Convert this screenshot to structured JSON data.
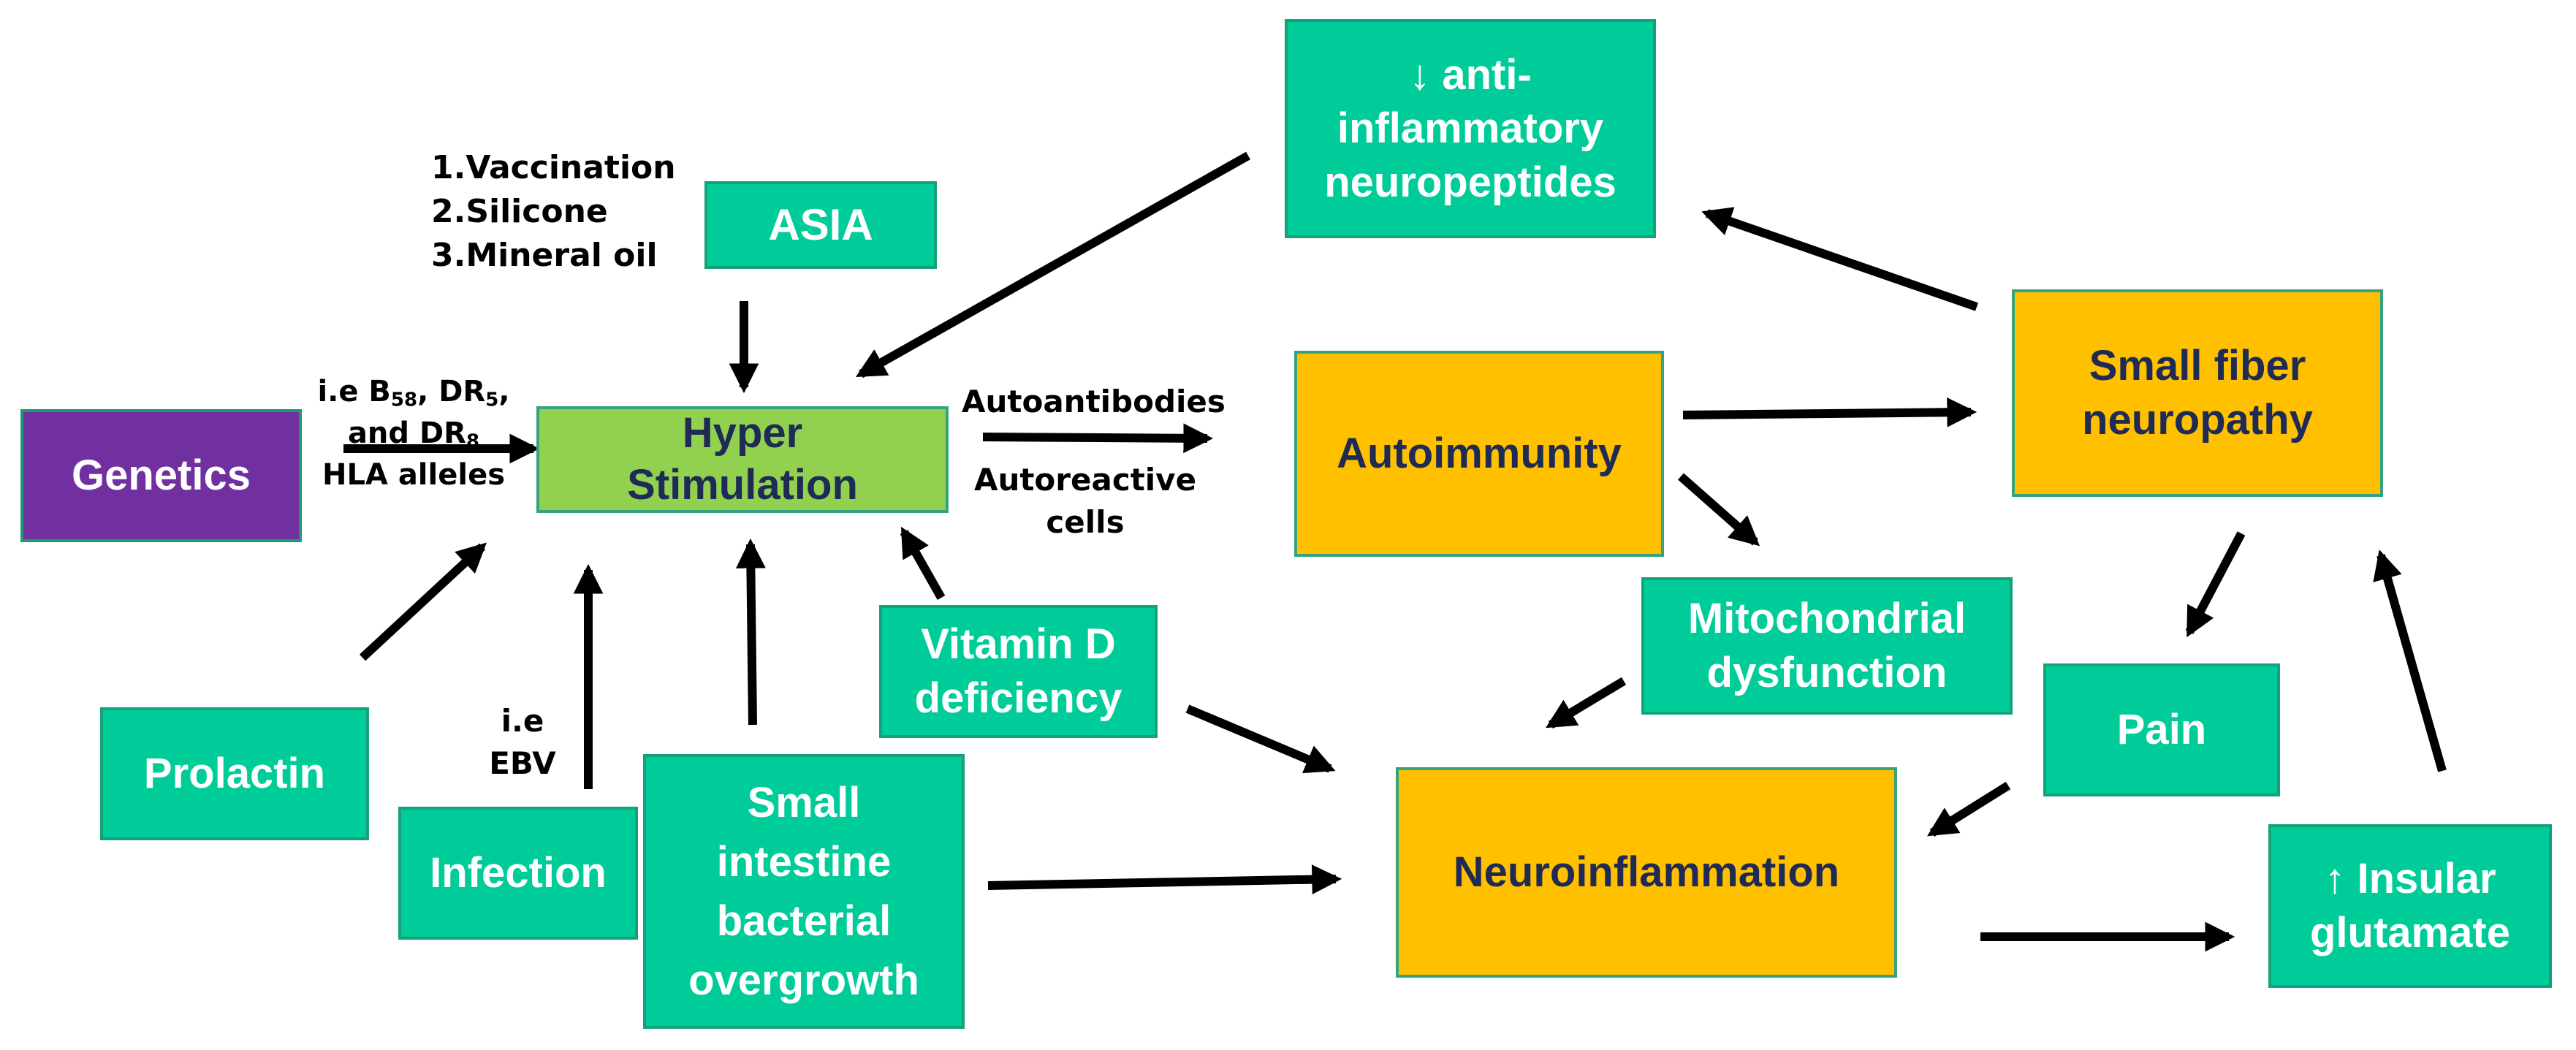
{
  "nodes": {
    "anti_inflammatory": "↓ anti-\ninflammatory\nneuropeptides",
    "asia": "ASIA",
    "genetics": "Genetics",
    "hyper_stimulation": "Hyper\nStimulation",
    "autoimmunity": "Autoimmunity",
    "small_fiber": "Small fiber\nneuropathy",
    "mitochondrial": "Mitochondrial\ndysfunction",
    "vitamin_d": "Vitamin D\ndeficiency",
    "prolactin": "Prolactin",
    "infection": "Infection",
    "sibo": "Small\nintestine\nbacterial\novergrowth",
    "pain": "Pain",
    "neuroinflammation": "Neuroinflammation",
    "insular_glutamate": "↑ Insular\nglutamate"
  },
  "labels": {
    "asia_list": [
      "1.Vaccination",
      "2.Silicone",
      "3.Mineral oil"
    ],
    "hla": {
      "line1_prefix": "i.e B",
      "b_sub": "58",
      "dr_prefix": ", DR",
      "dr5_sub": "5",
      "line1_suffix": ",",
      "line2_prefix": "and DR",
      "dr8_sub": "8",
      "line3": "HLA alleles"
    },
    "autoantibodies": "Autoantibodies",
    "autoreactive": "Autoreactive\ncells",
    "ebv": "i.e\nEBV"
  },
  "colors": {
    "teal": "#00cc99",
    "orange": "#ffc000",
    "green": "#92d050",
    "purple": "#7030a0",
    "navy_text": "#1f2a55"
  }
}
